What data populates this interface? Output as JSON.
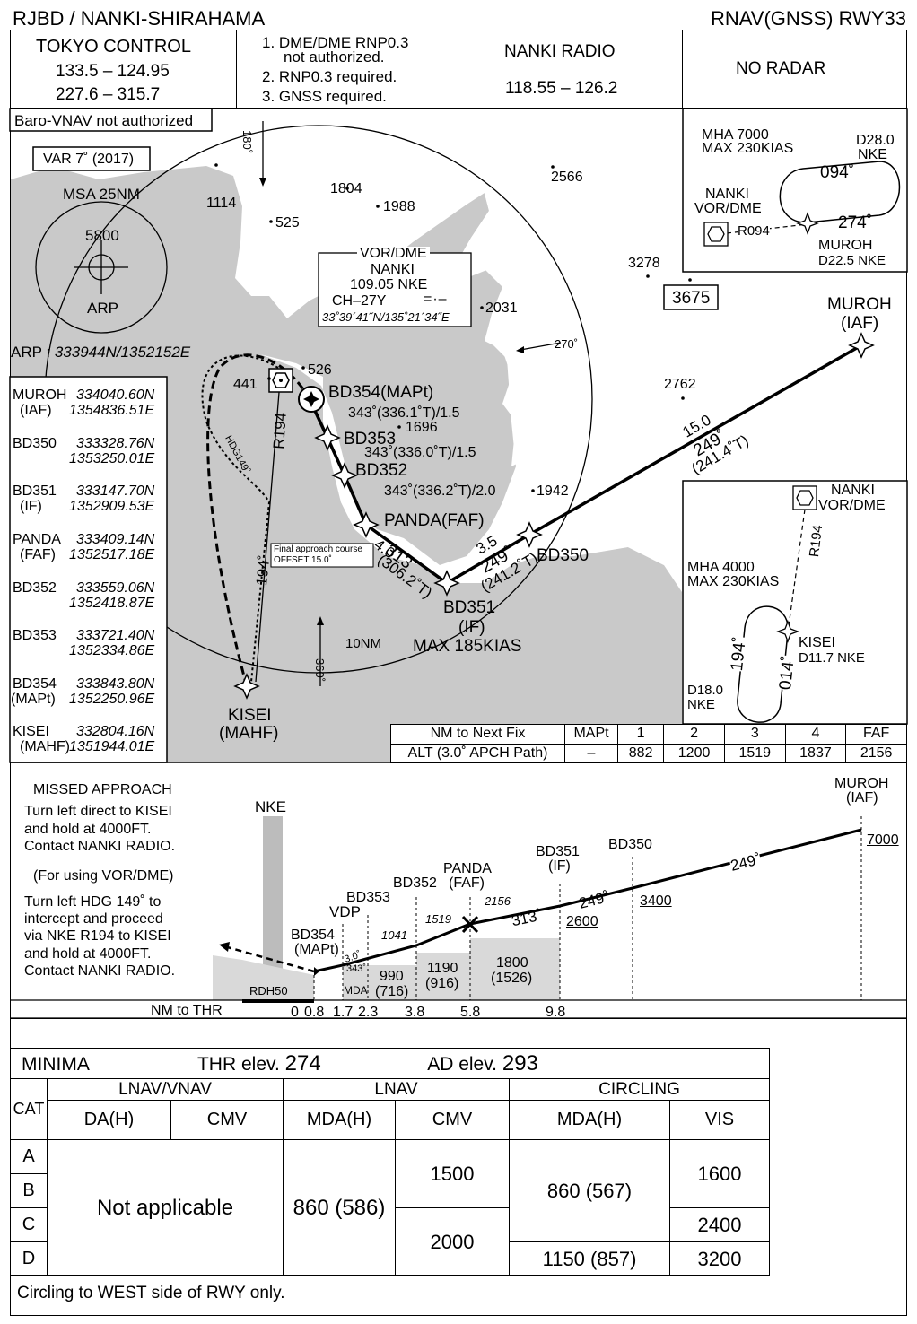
{
  "header": {
    "left": "RJBD / NANKI-SHIRAHAMA",
    "right": "RNAV(GNSS) RWY33"
  },
  "comms": {
    "tokyo": {
      "name": "TOKYO  CONTROL",
      "f1": "133.5 – 124.95",
      "f2": "227.6 – 315.7"
    },
    "notes": [
      "1. DME/DME RNP0.3",
      "not authorized.",
      "2. RNP0.3 required.",
      "3. GNSS required."
    ],
    "nanki": {
      "name": "NANKI  RADIO",
      "freq": "118.55 – 126.2"
    },
    "radar": "NO  RADAR"
  },
  "plan": {
    "baro": "Baro-VNAV not authorized",
    "var": "VAR 7˚ (2017)",
    "msa": {
      "title": "MSA 25NM",
      "alt": "5800",
      "center": "ARP"
    },
    "arp": "ARP : ",
    "arp_coord": "333944N/1352152E",
    "vordme": {
      "title": "VOR/DME",
      "name": "NANKI",
      "freq": "109.05  NKE",
      "ch": "CH–27Y",
      "coord": "33˚39´41˝N/135˚21´34˝E"
    },
    "elev": [
      "1114",
      "1804",
      "1988",
      "525",
      "2566",
      "3278",
      "2031",
      "526",
      "441",
      "2762",
      "1696",
      "1942"
    ],
    "max_elev": "3675",
    "fixes": {
      "bd354": "BD354(MAPt)",
      "bd353": "BD353",
      "bd352": "BD352",
      "panda": "PANDA(FAF)",
      "bd351": "BD351",
      "bd351_sub": "(IF)",
      "bd351_speed": "MAX 185KIAS",
      "bd350": "BD350",
      "muroh": "MUROH",
      "muroh_sub": "(IAF)",
      "kisei": "KISEI",
      "kisei_sub": "(MAHF)"
    },
    "legs": {
      "l1": "343˚(336.1˚T)/1.5",
      "l2": "343˚(336.0˚T)/1.5",
      "l3": "343˚(336.2˚T)/2.0",
      "fin_dist": "4.0",
      "fin_crs": "313˚",
      "fin_true": "(306.2˚T)",
      "int_dist": "3.5",
      "int_crs": "249˚",
      "int_true": "(241.2˚T)",
      "iaf_dist": "15.0",
      "iaf_crs": "249˚",
      "iaf_true": "(241.4˚T)"
    },
    "radials": {
      "r180": "180˚",
      "r270": "270˚",
      "r360": "360˚",
      "r194": "R194",
      "r194b": "194˚",
      "hdg149": "HDG149˚",
      "ring": "10NM"
    },
    "offset_note": [
      "Final approach course",
      "OFFSET 15.0˚"
    ]
  },
  "hold1": {
    "mha": "MHA 7000",
    "max": "MAX 230KIAS",
    "d28": "D28.0",
    "d28b": "NKE",
    "c094": "094˚",
    "c274": "274˚",
    "vor": "NANKI",
    "vor2": "VOR/DME",
    "r094": "R094",
    "muroh": "MUROH",
    "d225": "D22.5 NKE"
  },
  "hold2": {
    "vor": "NANKI",
    "vor2": "VOR/DME",
    "r194": "R194",
    "mha": "MHA 4000",
    "max": "MAX 230KIAS",
    "kisei": "KISEI",
    "d117": "D11.7 NKE",
    "c194": "194˚",
    "c014": "014˚",
    "d18": "D18.0",
    "nke": "NKE"
  },
  "fix_coords": [
    {
      "name": "MUROH",
      "sub": "(IAF)",
      "lat": "334040.60N",
      "lon": "1354836.51E"
    },
    {
      "name": "BD350",
      "sub": "",
      "lat": "333328.76N",
      "lon": "1353250.01E"
    },
    {
      "name": "BD351",
      "sub": "(IF)",
      "lat": "333147.70N",
      "lon": "1352909.53E"
    },
    {
      "name": "PANDA",
      "sub": "(FAF)",
      "lat": "333409.14N",
      "lon": "1352517.18E"
    },
    {
      "name": "BD352",
      "sub": "",
      "lat": "333559.06N",
      "lon": "1352418.87E"
    },
    {
      "name": "BD353",
      "sub": "",
      "lat": "333721.40N",
      "lon": "1352334.86E"
    },
    {
      "name": "BD354",
      "sub": "(MAPt)",
      "lat": "333843.80N",
      "lon": "1352250.96E"
    },
    {
      "name": "KISEI",
      "sub": "(MAHF)",
      "lat": "332804.16N",
      "lon": "1351944.01E"
    }
  ],
  "alt_table": {
    "row1": [
      "NM to Next Fix",
      "MAPt",
      "1",
      "2",
      "3",
      "4",
      "FAF"
    ],
    "row2": [
      "ALT (3.0˚ APCH Path)",
      "–",
      "882",
      "1200",
      "1519",
      "1837",
      "2156"
    ]
  },
  "profile": {
    "missed": [
      "MISSED APPROACH",
      "Turn left direct to KISEI",
      "and hold at 4000FT.",
      "Contact NANKI RADIO.",
      "(For using VOR/DME)",
      "Turn left HDG 149˚ to",
      "intercept and proceed",
      "via NKE R194 to KISEI",
      "and hold at 4000FT.",
      "Contact NANKI RADIO."
    ],
    "nke": "NKE",
    "rdh": "RDH50",
    "vdp": "VDP",
    "mda": "MDA",
    "angle": "3.0˚",
    "crs343": "343˚",
    "fix_labels": [
      "BD354",
      "(MAPt)",
      "BD353",
      "BD352",
      "PANDA",
      "(FAF)",
      "BD351",
      "(IF)",
      "BD350",
      "MUROH",
      "(IAF)"
    ],
    "alts": [
      "1041",
      "1519",
      "2156",
      "2600",
      "3400",
      "7000"
    ],
    "crs": [
      "313˚",
      "249˚",
      "249˚"
    ],
    "blocks": [
      [
        "990",
        "(716)"
      ],
      [
        "1190",
        "(916)"
      ],
      [
        "1800",
        "(1526)"
      ]
    ],
    "nm_label": "NM to THR",
    "nm": [
      "0",
      "0.8",
      "1.7",
      "2.3",
      "3.8",
      "5.8",
      "9.8"
    ]
  },
  "minima": {
    "title": "MINIMA",
    "thr_label": "THR elev.",
    "thr": "274",
    "ad_label": "AD elev.",
    "ad": "293",
    "groups": [
      "LNAV/VNAV",
      "LNAV",
      "CIRCLING"
    ],
    "cat": "CAT",
    "cols": [
      "DA(H)",
      "CMV",
      "MDA(H)",
      "CMV",
      "MDA(H)",
      "VIS"
    ],
    "cats": [
      "A",
      "B",
      "C",
      "D"
    ],
    "na": "Not applicable",
    "lnav_mda": "860 (586)",
    "cmv1": "1500",
    "cmv2": "2000",
    "circ1": "860 (567)",
    "circ2": "1150 (857)",
    "vis": [
      "1600",
      "2400",
      "3200"
    ],
    "note": "Circling to WEST side of RWY only."
  }
}
